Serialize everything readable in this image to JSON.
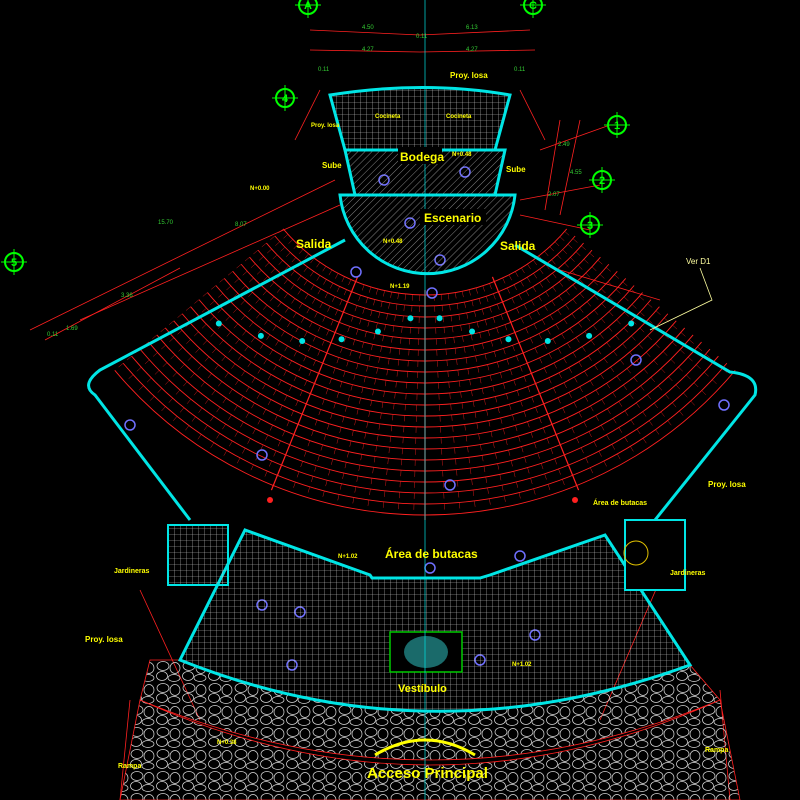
{
  "colors": {
    "background": "#000000",
    "walls": "#00e5e5",
    "seating": "#ff2020",
    "labels": "#ffff00",
    "grid_bubbles": "#00ff00",
    "dimensions": "#33cc33",
    "furniture": "#6a6aff",
    "paving": "#d0d0d0"
  },
  "grid_axes": [
    "A",
    "C",
    "1",
    "2",
    "3",
    "4",
    "5"
  ],
  "dimensions": [
    "4.50",
    "0.11",
    "6.13",
    "4.27",
    "4.27",
    "0.11",
    "0.11",
    "2.49",
    "4.55",
    "2.07",
    "15.70",
    "8.07",
    "3.36",
    "1.69",
    "0.11"
  ],
  "labels": {
    "proy_losa_top": "Proy. losa",
    "proy_losa_left": "Proy. losa",
    "proy_losa_right": "Proy. losa",
    "proy_losa_bottom_left": "Proy. losa",
    "cocineta_left": "Cocineta",
    "cocineta_right": "Cocineta",
    "bodega": "Bodega",
    "sube_left": "Sube",
    "sube_right": "Sube",
    "escenario": "Escenario",
    "salida_left": "Salida",
    "salida_right": "Salida",
    "ver_d1": "Ver D1",
    "area_butacas_main": "Área de butacas",
    "area_butacas_right": "Área de butacas",
    "jardineras_left": "Jardineras",
    "jardineras_right": "Jardineras",
    "vestibulo": "Vestíbulo",
    "acceso_principal": "Acceso Principal",
    "rampa_left": "Rampa",
    "rampa_right": "Rampa"
  },
  "levels": {
    "n000": "N+0.00",
    "n048_bodega": "N+0.48",
    "n048_stage": "N+0.48",
    "n119": "N+1.19",
    "n102_a": "N+1.02",
    "n102_b": "N+1.02",
    "n038": "N+0.38"
  }
}
